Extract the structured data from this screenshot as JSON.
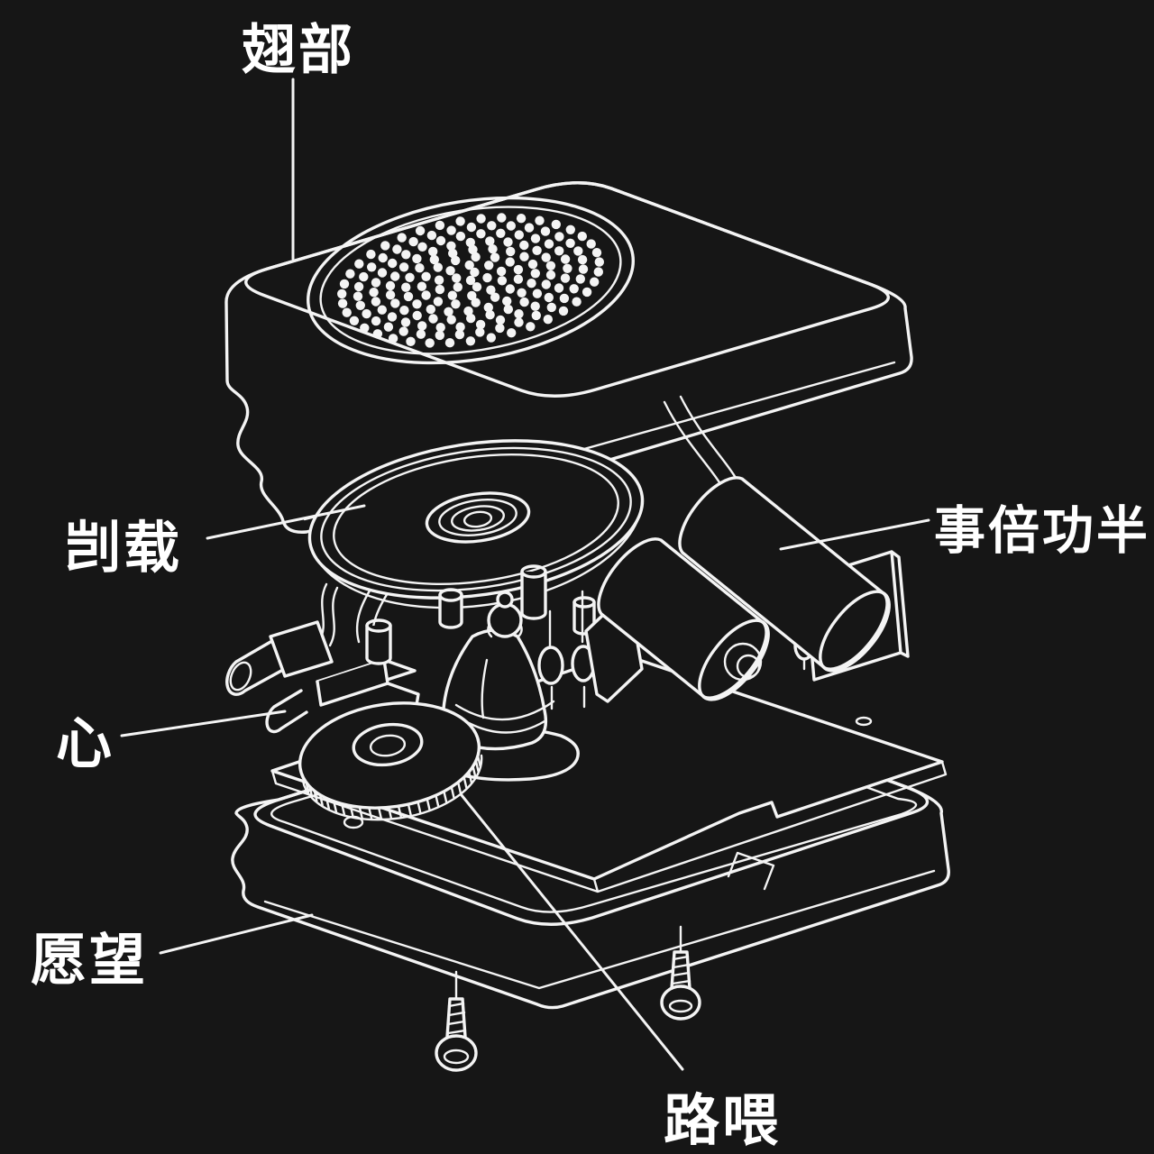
{
  "colors": {
    "background": "#161616",
    "line": "#f4f4f4",
    "text": "#ffffff"
  },
  "diagram": {
    "type": "exploded-view-line-drawing",
    "labels": [
      {
        "part": "top-cover",
        "text": "翅部"
      },
      {
        "part": "speaker-driver",
        "text": "剀载"
      },
      {
        "part": "batteries",
        "text": "事倍功半"
      },
      {
        "part": "circuit-board",
        "text": "心"
      },
      {
        "part": "bottom-case",
        "text": "愿望"
      },
      {
        "part": "screws",
        "text": "路喂"
      }
    ]
  }
}
